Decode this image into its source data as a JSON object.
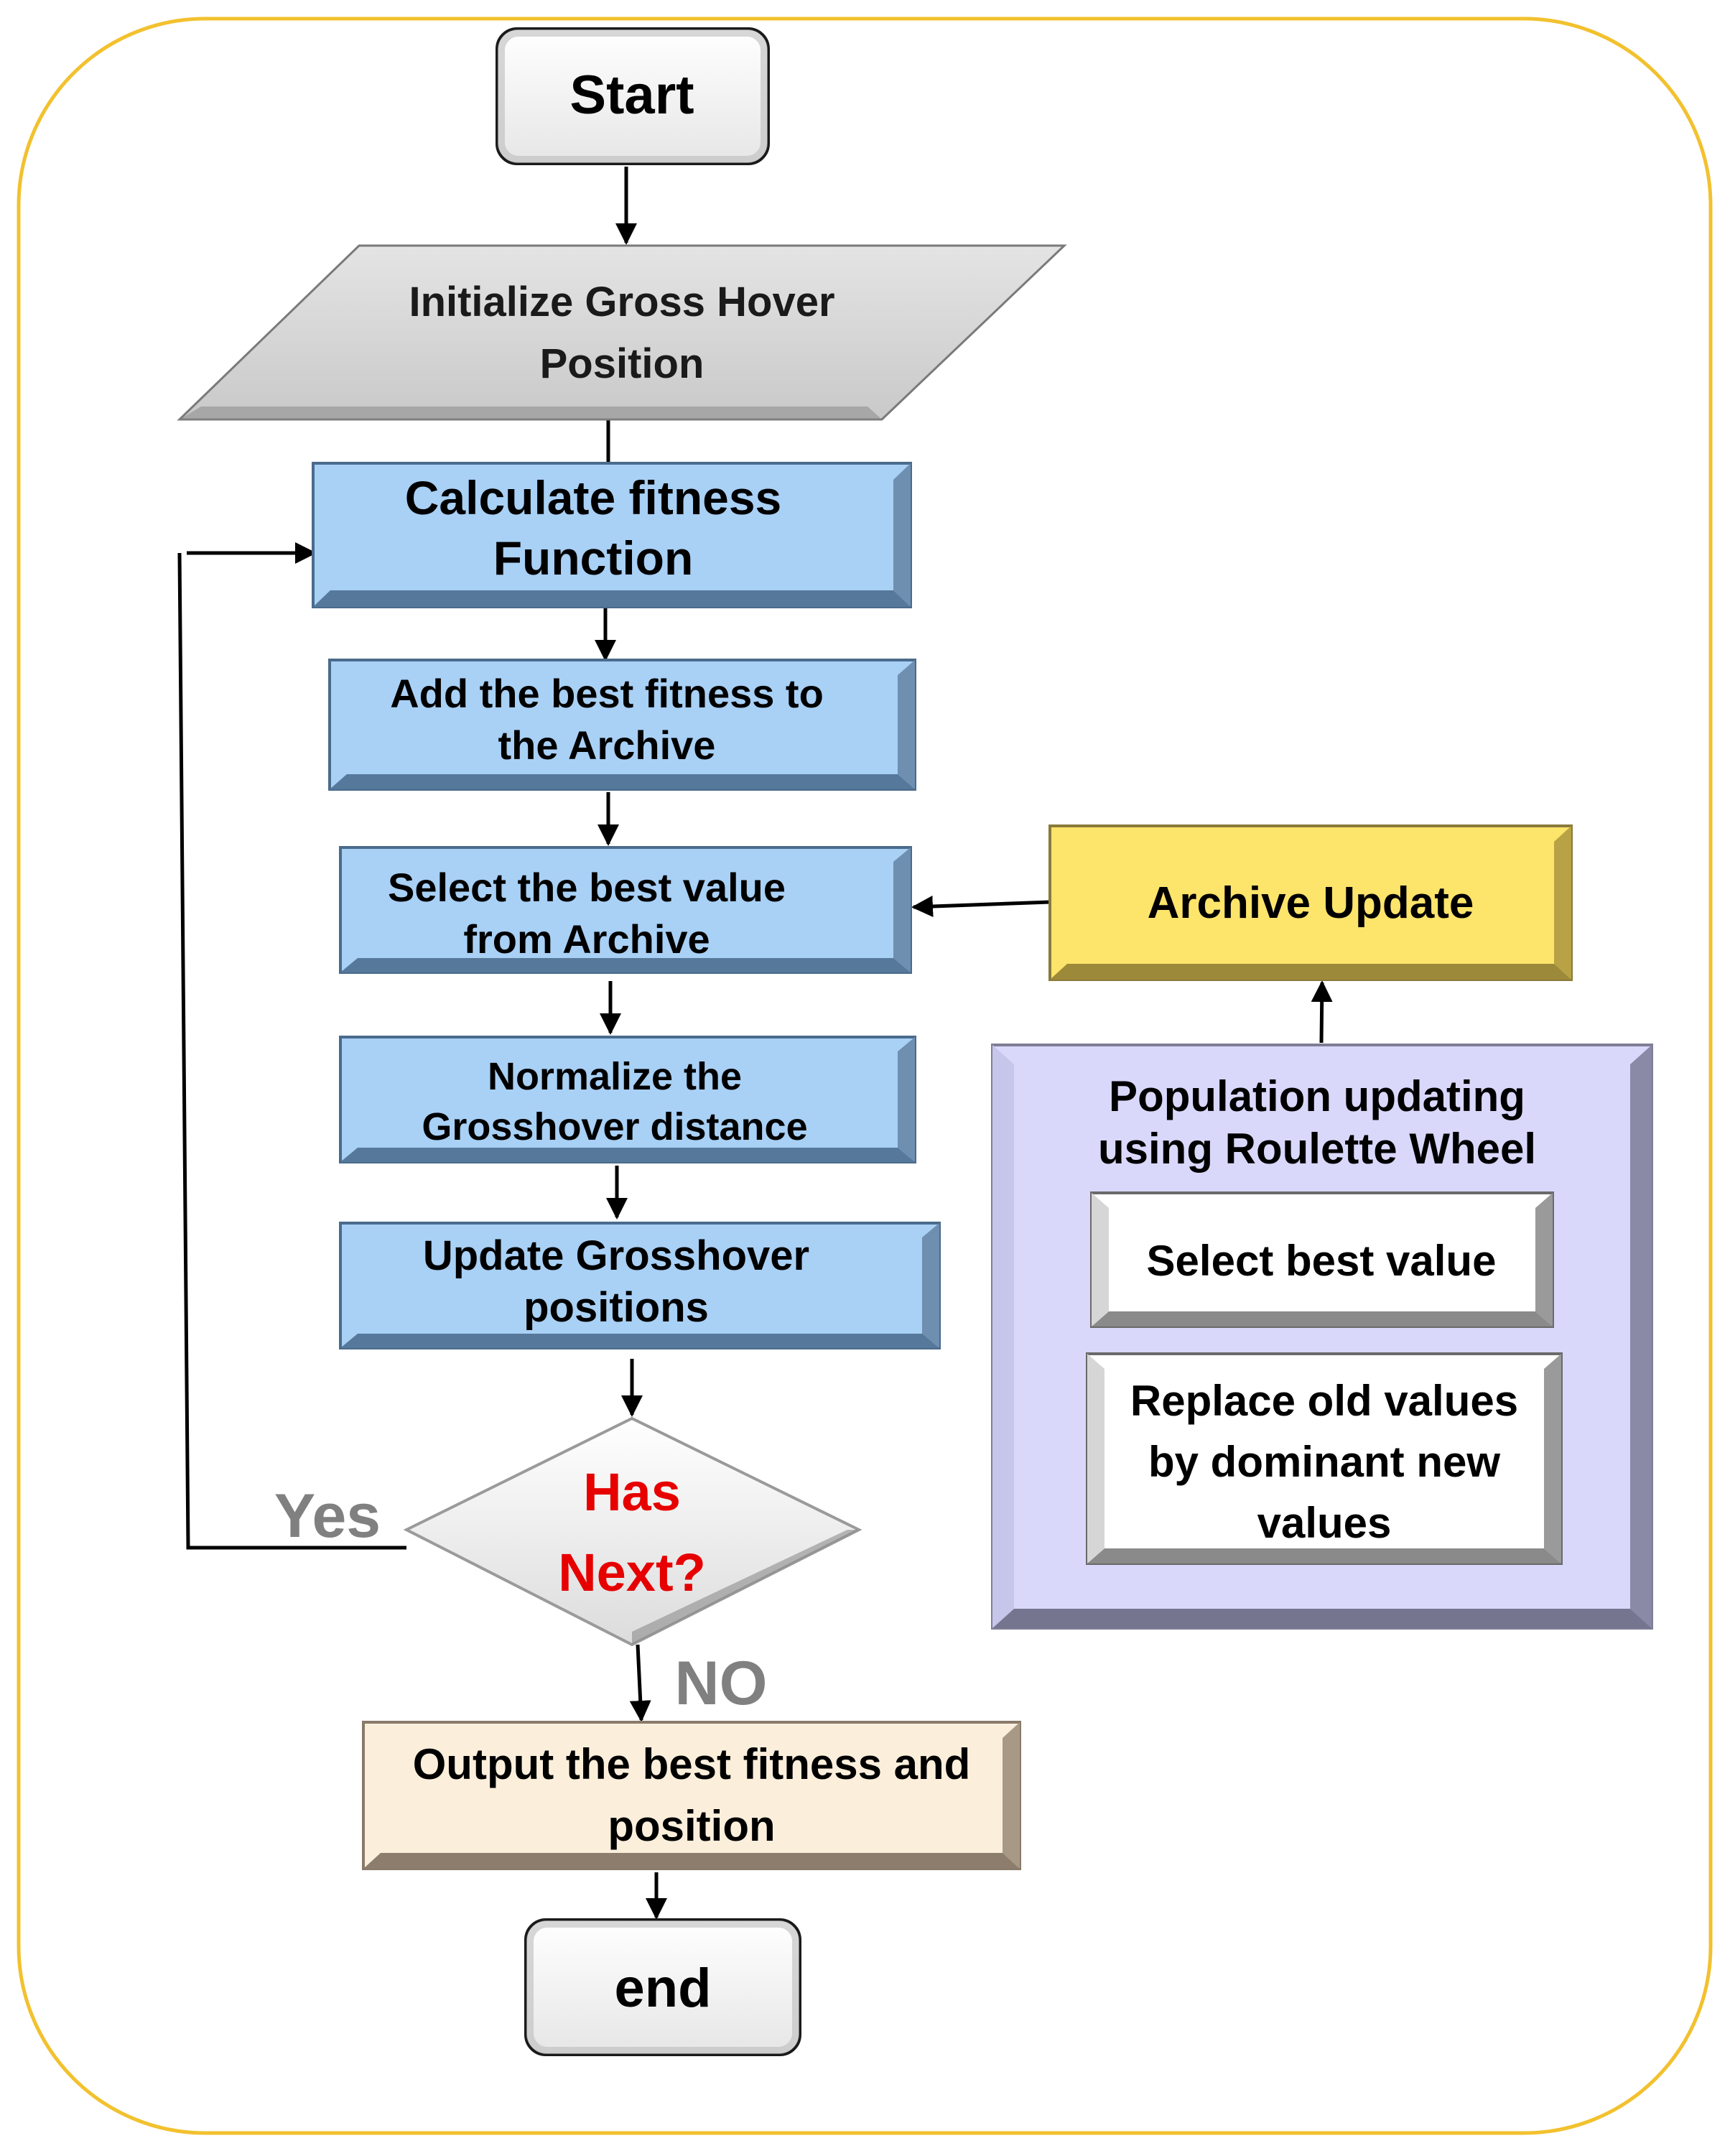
{
  "flowchart": {
    "start_label": "Start",
    "initialize_lines": [
      "Initialize Gross Hover",
      "Position"
    ],
    "calculate_fitness_lines": [
      "Calculate fitness",
      "Function"
    ],
    "add_best_fitness_lines": [
      "Add the best fitness to",
      "the Archive"
    ],
    "select_best_value_lines": [
      "Select the best value",
      "from Archive"
    ],
    "normalize_lines": [
      "Normalize the",
      "Grosshover distance"
    ],
    "update_positions_lines": [
      "Update Grosshover",
      "positions"
    ],
    "decision_lines": [
      "Has",
      "Next?"
    ],
    "yes_label": "Yes",
    "no_label": "NO",
    "output_lines": [
      "Output the best fitness and",
      "position"
    ],
    "end_label": "end",
    "archive_update_label": "Archive Update",
    "population_panel_lines": [
      "Population updating",
      "using Roulette Wheel"
    ],
    "select_best_label": "Select best value",
    "replace_values_lines": [
      "Replace old values",
      "by dominant new",
      "values"
    ]
  },
  "colors": {
    "outer_border": "#f2c12e",
    "process_blue": "#a9d0f5",
    "process_blue_dark": "#4a6b8c",
    "archive_yellow": "#fde46b",
    "panel_lavender": "#d9d8fb",
    "output_beige": "#fbefdc",
    "terminal_fill": "#ffffff",
    "parallelogram_gray": "#d0d0d0",
    "decision_text": "#e60000",
    "yes_no_gray": "#808080"
  }
}
